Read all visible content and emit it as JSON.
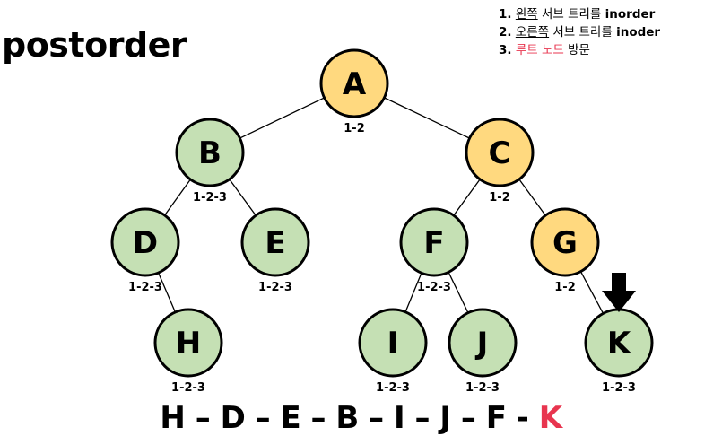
{
  "title": "postorder",
  "steps": [
    {
      "num": "1.",
      "part1": "왼쪽",
      "part2": " 서브 트리를 ",
      "kw": "inorder"
    },
    {
      "num": "2.",
      "part1": "오른쪽",
      "part2": " 서브 트리를 ",
      "kw": "inoder"
    },
    {
      "num": "3.",
      "part1": "루트 노드",
      "part2": " 방문",
      "kw": ""
    }
  ],
  "colors": {
    "visited_fill": "#c5e0b4",
    "partial_fill": "#ffd97f",
    "stroke": "#000000",
    "highlight": "#e8354f"
  },
  "tree": {
    "nodes": [
      {
        "id": "A",
        "label": "A",
        "visit": "1-2",
        "state": "partial"
      },
      {
        "id": "B",
        "label": "B",
        "visit": "1-2-3",
        "state": "visited"
      },
      {
        "id": "C",
        "label": "C",
        "visit": "1-2",
        "state": "partial"
      },
      {
        "id": "D",
        "label": "D",
        "visit": "1-2-3",
        "state": "visited"
      },
      {
        "id": "E",
        "label": "E",
        "visit": "1-2-3",
        "state": "visited"
      },
      {
        "id": "F",
        "label": "F",
        "visit": "1-2-3",
        "state": "visited"
      },
      {
        "id": "G",
        "label": "G",
        "visit": "1-2",
        "state": "partial"
      },
      {
        "id": "H",
        "label": "H",
        "visit": "1-2-3",
        "state": "visited"
      },
      {
        "id": "I",
        "label": "I",
        "visit": "1-2-3",
        "state": "visited"
      },
      {
        "id": "J",
        "label": "J",
        "visit": "1-2-3",
        "state": "visited"
      },
      {
        "id": "K",
        "label": "K",
        "visit": "1-2-3",
        "state": "visited"
      }
    ],
    "edges": [
      [
        "A",
        "B"
      ],
      [
        "A",
        "C"
      ],
      [
        "B",
        "D"
      ],
      [
        "B",
        "E"
      ],
      [
        "C",
        "F"
      ],
      [
        "C",
        "G"
      ],
      [
        "D",
        "H"
      ],
      [
        "F",
        "I"
      ],
      [
        "F",
        "J"
      ],
      [
        "G",
        "K"
      ]
    ],
    "current": "K",
    "pointer_icon": "down-arrow-icon"
  },
  "sequence": {
    "visited": [
      "H",
      "D",
      "E",
      "B",
      "I",
      "J",
      "F"
    ],
    "separator": " – ",
    "last_separator": " - ",
    "current": "K"
  }
}
